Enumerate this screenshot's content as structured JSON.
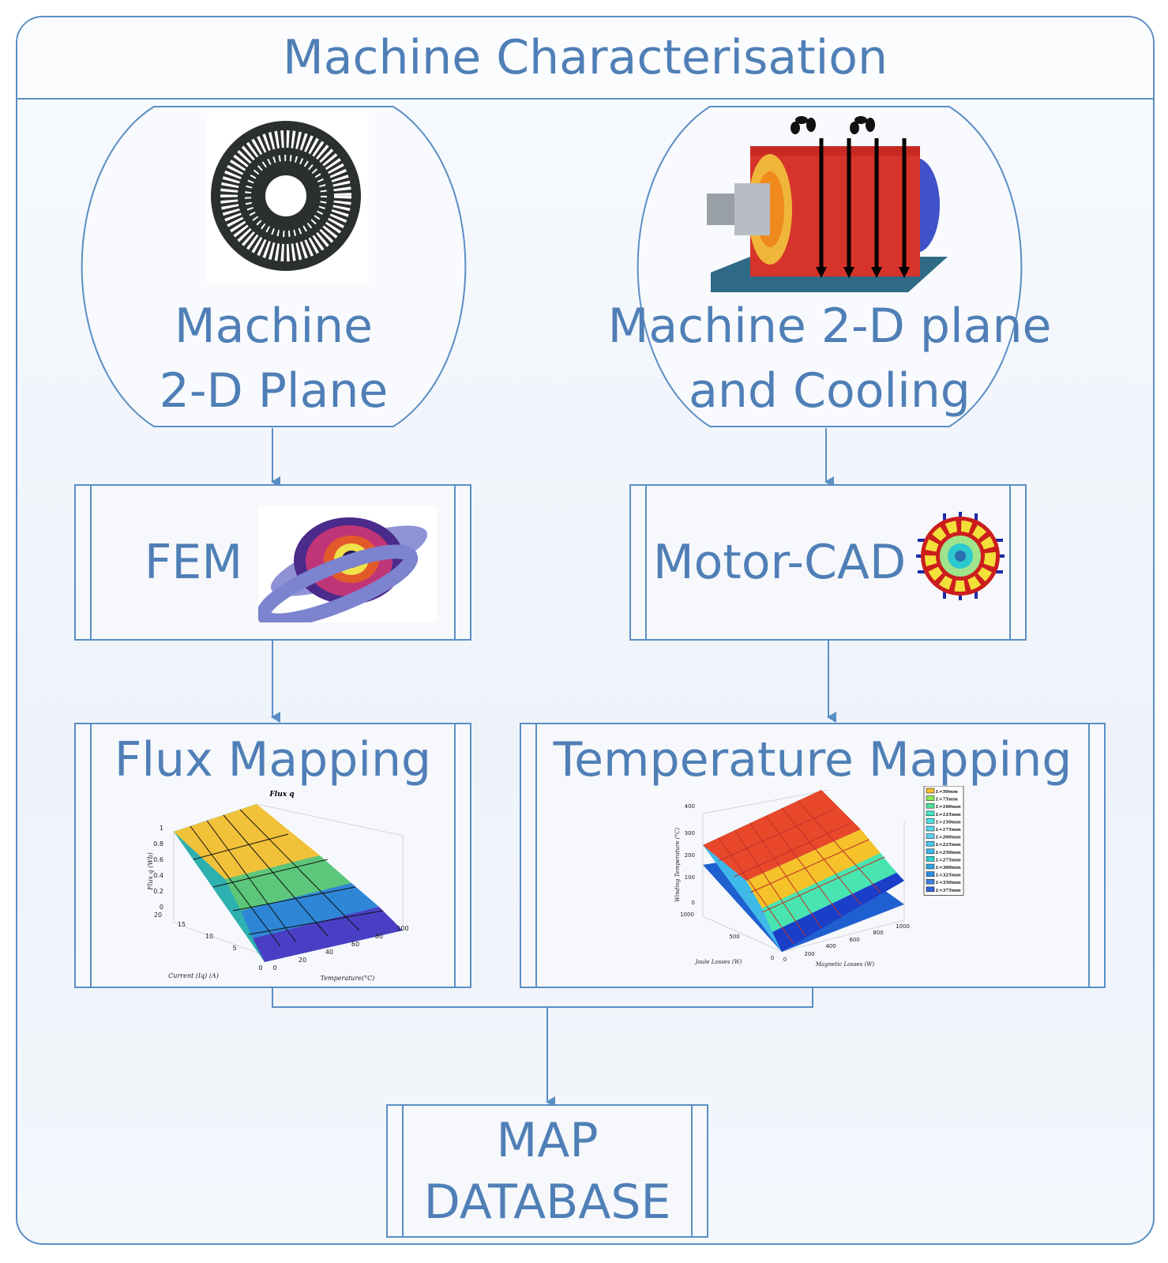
{
  "title": "Machine Characterisation",
  "nodes": {
    "machine_2d": {
      "line1": "Machine",
      "line2": "2-D Plane"
    },
    "machine_cooling": {
      "line1": "Machine 2-D plane",
      "line2": "and Cooling"
    },
    "fem": {
      "label": "FEM"
    },
    "motorcad": {
      "label": "Motor-CAD"
    },
    "flux": {
      "label": "Flux Mapping"
    },
    "temp": {
      "label": "Temperature Mapping"
    },
    "map_db": {
      "line1": "MAP",
      "line2": "DATABASE"
    }
  },
  "chart_data": [
    {
      "type": "surface",
      "title": "Flux q",
      "xlabel": "Current (Iq) (A)",
      "ylabel": "Temperature(°C)",
      "zlabel": "Flux q (Wb)",
      "x_ticks": [
        0,
        5,
        10,
        15,
        20
      ],
      "y_ticks": [
        0,
        20,
        40,
        60,
        80,
        100
      ],
      "z_ticks": [
        0,
        0.2,
        0.4,
        0.6,
        0.8,
        1
      ],
      "xlim": [
        0,
        20
      ],
      "ylim": [
        0,
        100
      ],
      "zlim": [
        0,
        1.1
      ]
    },
    {
      "type": "surface",
      "xlabel": "Magnetic Losses (W)",
      "ylabel": "Joule Losses (W)",
      "zlabel": "Winding Temperature (°C)",
      "x_ticks": [
        0,
        200,
        400,
        600,
        800,
        1000
      ],
      "y_ticks": [
        0,
        500,
        1000
      ],
      "z_ticks": [
        0,
        100,
        200,
        300,
        400
      ],
      "legend": [
        "L=50mm",
        "L=75mm",
        "L=100mm",
        "L=125mm",
        "L=150mm",
        "L=175mm",
        "L=200mm",
        "L=225mm",
        "L=250mm",
        "L=275mm",
        "L=300mm",
        "L=325mm",
        "L=350mm",
        "L=375mm"
      ],
      "legend_colors": [
        "#f5c02a",
        "#8ee85a",
        "#4fe59a",
        "#41e6c8",
        "#48e2e6",
        "#58d7f2",
        "#5fd0f7",
        "#47c7f0",
        "#3fb8ee",
        "#28d3d0",
        "#2ea6e6",
        "#2b8ee0",
        "#3f7fe0",
        "#2f66d8"
      ],
      "legend_position": "top-right"
    }
  ]
}
